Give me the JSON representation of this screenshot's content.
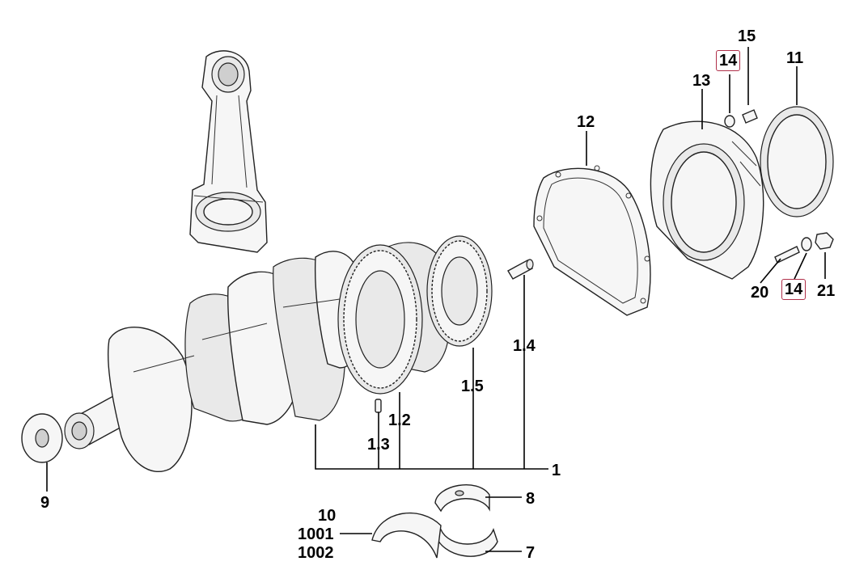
{
  "callouts": {
    "c1": "1",
    "c1_2": "1.2",
    "c1_3": "1.3",
    "c1_4": "1.4",
    "c1_5": "1.5",
    "c7": "7",
    "c8": "8",
    "c9": "9",
    "c10": "10",
    "c1001": "1001",
    "c1002": "1002",
    "c11": "11",
    "c12": "12",
    "c13": "13",
    "c14a": "14",
    "c14b": "14",
    "c15": "15",
    "c20": "20",
    "c21": "21"
  },
  "colors": {
    "highlight_box": "#b0304a",
    "line": "#000000"
  }
}
